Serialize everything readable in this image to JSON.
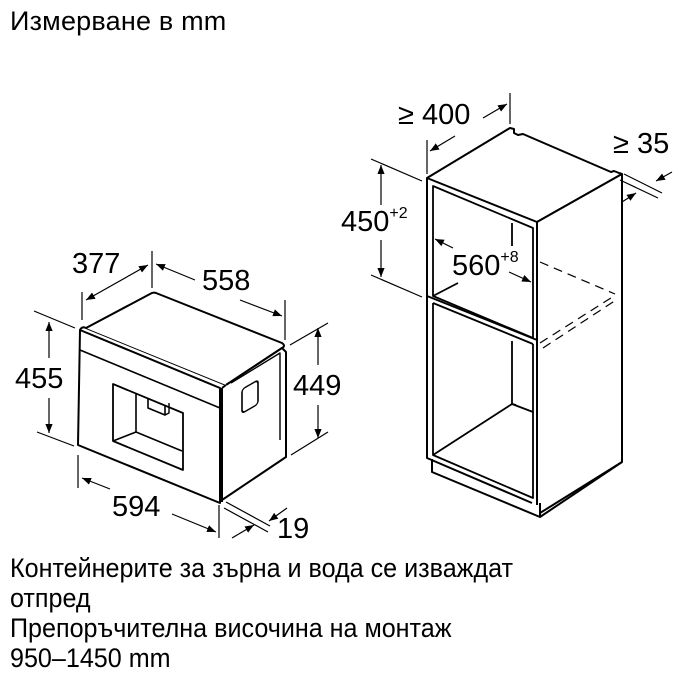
{
  "title": "Измерване в mm",
  "appliance": {
    "dimensions": {
      "depth_top": "377",
      "width_side": "558",
      "height_front": "455",
      "height_side": "449",
      "width_front": "594",
      "panel_thickness": "19"
    }
  },
  "cabinet": {
    "dimensions": {
      "depth": "≥ 400",
      "gap": "≥ 35",
      "niche_height": "450",
      "niche_height_tol": "+2",
      "niche_width": "560",
      "niche_width_tol": "+8"
    }
  },
  "notes": [
    "Контейнерите за зърна и вода се изваждат",
    "отпред",
    "Препоръчителна височина на монтаж",
    "950–1450 mm"
  ],
  "colors": {
    "line": "#000000",
    "background": "#ffffff"
  }
}
